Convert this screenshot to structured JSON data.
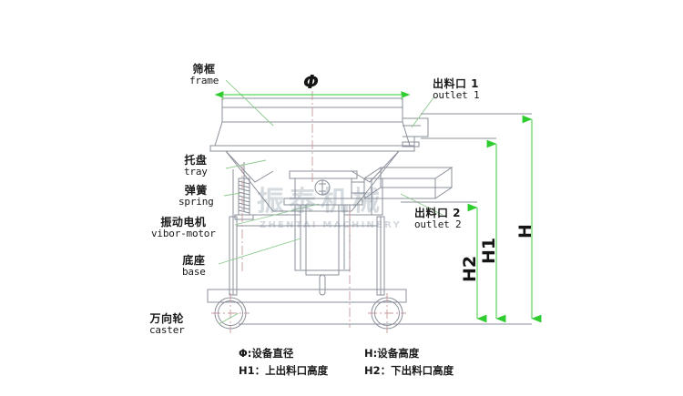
{
  "diagram": {
    "title": "Rotary vibrating screen technical drawing",
    "background": "#ffffff",
    "line_color": "#8a8f9a",
    "annotation_color": "#7dbf7d",
    "dimension_color": "#2ecc2e",
    "center_line_color": "#c08a8a"
  },
  "callouts": [
    {
      "cn": "筛框",
      "en": "frame",
      "name": "callout-frame"
    },
    {
      "cn": "托盘",
      "en": "tray",
      "name": "callout-tray"
    },
    {
      "cn": "弹簧",
      "en": "spring",
      "name": "callout-spring"
    },
    {
      "cn": "振动电机",
      "en": "vibor-motor",
      "name": "callout-vibor-motor"
    },
    {
      "cn": "底座",
      "en": "base",
      "name": "callout-base"
    },
    {
      "cn": "万向轮",
      "en": "caster",
      "name": "callout-caster"
    },
    {
      "cn": "出料口 1",
      "en": "outlet 1",
      "name": "callout-outlet-1"
    },
    {
      "cn": "出料口 2",
      "en": "outlet 2",
      "name": "callout-outlet-2"
    }
  ],
  "dimensions": {
    "diameter": "Φ",
    "height_total": "H",
    "height_upper_outlet": "H1",
    "height_lower_outlet": "H2"
  },
  "legend": [
    {
      "key": "Φ:设备直径",
      "name": "legend-diameter"
    },
    {
      "key": "H:设备高度",
      "name": "legend-total-height"
    },
    {
      "key": "H1：上出料口高度",
      "name": "legend-upper-outlet-height"
    },
    {
      "key": "H2：下出料口高度",
      "name": "legend-lower-outlet-height"
    }
  ],
  "watermark": {
    "cn": "振泰机械",
    "en": "ZHENTAI MACHINERY"
  }
}
